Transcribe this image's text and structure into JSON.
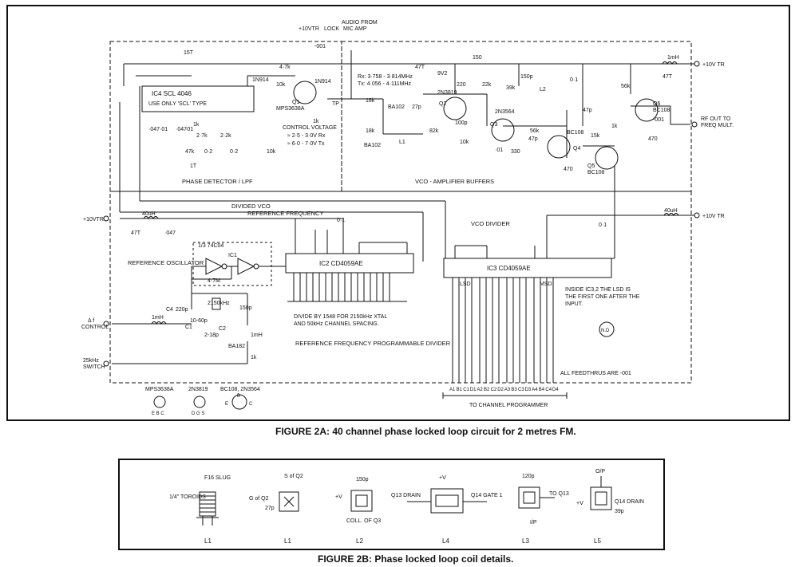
{
  "figure_a": {
    "caption": "FIGURE 2A: 40 channel phase locked loop circuit for 2 metres FM.",
    "sections": {
      "phase_detector": "PHASE DETECTOR / LPF",
      "vco_amp": "VCO - AMPLIFIER BUFFERS",
      "divided_vco": "DIVIDED VCO",
      "reference_frequency": "REFERENCE FREQUENCY",
      "vco_divider": "VCO DIVIDER",
      "reference_oscillator": "REFERENCE OSCILLATOR",
      "ref_prog_divider": "REFERENCE FREQUENCY PROGRAMMABLE DIVIDER"
    },
    "ic4": {
      "name": "IC4   SCL 4046",
      "note": "USE ONLY 'SCL' TYPE"
    },
    "ic2": {
      "name": "IC2   CD4059AE"
    },
    "ic3": {
      "name": "IC3   CD4059AE"
    },
    "ic1": {
      "name": "1/3 74C04",
      "label": "IC1"
    },
    "top_labels": {
      "plus10vtr": "+10VTR",
      "lock": "LOCK",
      "audio": "AUDIO FROM",
      "mic_amp": "MIC AMP",
      "pin_001": "-001",
      "plus10vtr_right": "+10V TR",
      "rf_out": "RF OUT TO",
      "freq_mult": "FREQ MULT."
    },
    "freq_notes": {
      "rx": "Rx: 3·758 - 3·814MHz",
      "tx": "Tx: 4·056 - 4·111MHz",
      "control_voltage": "CONTROL VOLTAGE",
      "cv_rx": "≈ 2·5 - 3·0V Rx",
      "cv_tx": "≈ 6·0 - 7·0V Tx"
    },
    "transistors": {
      "q1": "Q1",
      "q1_type": "MPS3638A",
      "q2": "Q2",
      "q2_type": "2N3819",
      "q3": "Q3",
      "q3_type": "2N3564",
      "q4": "Q4",
      "q4_type": "BC108",
      "q5": "Q5",
      "q5_type": "BC108",
      "q6": "Q6",
      "q6_type": "BC108"
    },
    "components": {
      "c_15t": "15T",
      "r_47k": "4·7k",
      "r_10k": "10k",
      "d_1n914a": "1N914",
      "d_1n914b": "1N914",
      "tp": "TP",
      "r_1k": "1k",
      "r_18k_a": "18k",
      "r_18k_b": "18k",
      "ba102a": "BA102",
      "ba102b": "BA102",
      "c_27p": "27p",
      "l1": "L1",
      "r_82k": "82k",
      "c_100p": "100p",
      "r_10k_b": "10k",
      "c_01": "·01",
      "r_330": "330",
      "r_150": "150",
      "c_47t": "47T",
      "z_9v2": "9V2",
      "r_220": "220",
      "r_22k": "22k",
      "r_39k": "39k",
      "c_150p": "150p",
      "l2": "L2",
      "c_0_1": "0·1",
      "r_56k": "56k",
      "c_47p": "47p",
      "r_56k_b": "56k",
      "c_47p_b": "47p",
      "r_15k": "15k",
      "r_1k_b": "1k",
      "r_470": "470",
      "r_470_b": "470",
      "l_1mh": "1mH",
      "c_47t_b": "47T",
      "c_001": "-001",
      "c_047a": "·047",
      "c_047b": "·047",
      "c_01a": "·01",
      "c_01b": "·01",
      "r_2_7k": "2·7k",
      "r_2_2k": "2·2k",
      "c_0_2a": "0·2",
      "c_0_2b": "0·2",
      "r_47k_b": "47k",
      "c_1t": "1T",
      "r_1k_c": "1k",
      "r_10k_c": "10k",
      "l_40uh": "40uH",
      "c_47t_c": "47T",
      "c_047c": "·047",
      "c_0_1b": "0·1",
      "l_40uh_b": "40uH",
      "c_0_1c": "0·1",
      "r_4_7m": "4·7M",
      "xtal": "2150kHz",
      "c4": "C4",
      "c_220p": "220p",
      "c1": "C1",
      "c_10_60p": "10-60p",
      "c2": "C2",
      "c_2_18p": "2-18p",
      "c_150p_b": "150p",
      "ba182": "BA182",
      "l_1mh_b": "1mH",
      "l_1mh_c": "1mH",
      "r_1k_d": "1k"
    },
    "left_inputs": {
      "plus10vtr": "+10VTR",
      "delta_f": "Δ f",
      "control": "CONTROL",
      "switch_25k": "25kHz",
      "switch": "SWITCH"
    },
    "notes": {
      "divide": "DIVIDE  BY  1548  FOR  2150kHz  XTAL",
      "spacing": "AND  50kHz  CHANNEL  SPACING.",
      "lsd1": "INSIDE  IC3,2  THE  LSD  IS",
      "lsd2": "THE  FIRST  ONE  AFTER  THE",
      "lsd3": "INPUT.",
      "nd": "N.D",
      "feedthrus": "ALL  FEEDTHRUS  ARE  -001",
      "to_programmer": "TO  CHANNEL  PROGRAMMER",
      "lsd": "LSD",
      "msd": "MSD"
    },
    "programmer_pins": [
      "A1",
      "B1",
      "C1",
      "D1",
      "A2",
      "B2",
      "C2",
      "D2",
      "A3",
      "B3",
      "C3",
      "D3",
      "A4",
      "B4",
      "C4",
      "D4"
    ],
    "pinouts": {
      "mps": "MPS3638A",
      "mps_pins": "E B C",
      "jfet": "2N3819",
      "jfet_pins": "D G S",
      "bc": "BC108, 2N3564",
      "bc_b": "B",
      "bc_e": "E",
      "bc_c": "C"
    }
  },
  "figure_b": {
    "caption": "FIGURE 2B: Phase locked loop coil details.",
    "coils": [
      {
        "name": "L1",
        "notes": [
          "F16 SLUG",
          "1/4\" TOROIDS"
        ]
      },
      {
        "name": "L1",
        "notes": [
          "S of Q2",
          "G of Q2",
          "27p"
        ]
      },
      {
        "name": "L2",
        "notes": [
          "150p",
          "+V",
          "COLL. OF Q3"
        ]
      },
      {
        "name": "L4",
        "notes": [
          "+V",
          "Q13 DRAIN",
          "Q14 GATE 1"
        ]
      },
      {
        "name": "L3",
        "notes": [
          "120p",
          "TO Q13",
          "I/P"
        ]
      },
      {
        "name": "L5",
        "notes": [
          "O/P",
          "+V",
          "Q14 DRAIN",
          "39p"
        ]
      }
    ]
  }
}
